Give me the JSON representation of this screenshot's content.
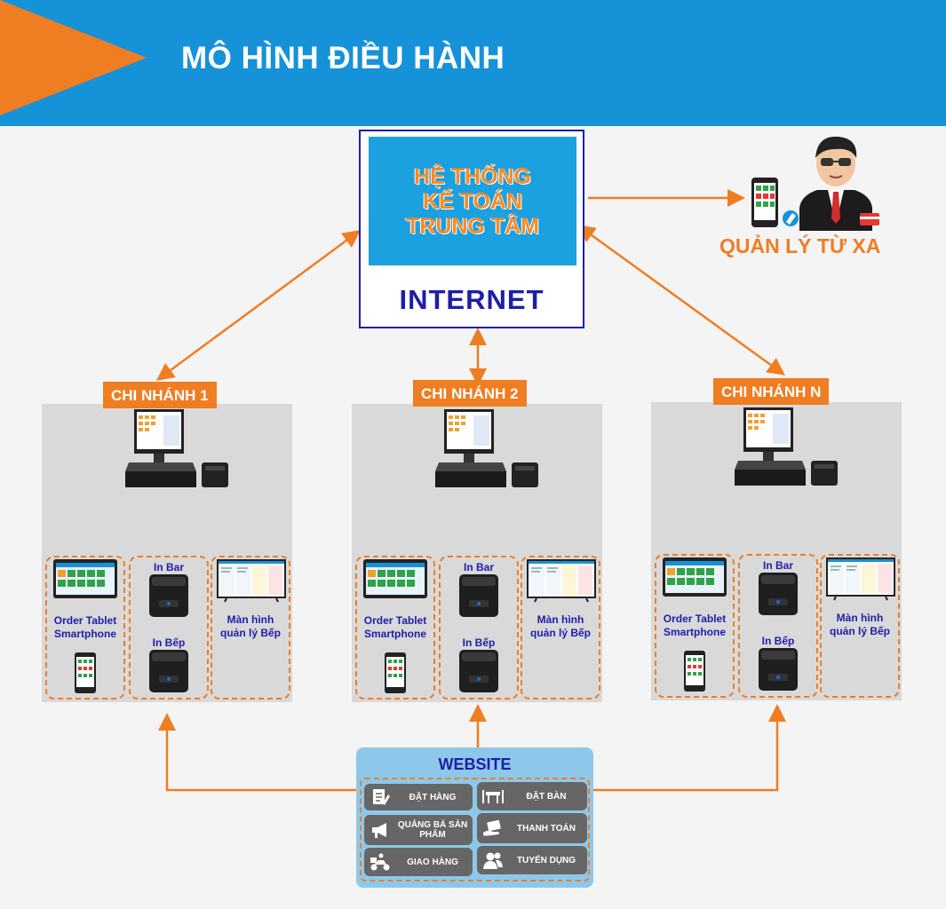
{
  "header": {
    "title": "MÔ HÌNH ĐIỀU HÀNH"
  },
  "central": {
    "title_lines": [
      "HỆ THỐNG",
      "KẾ TOÁN",
      "TRUNG TÂM"
    ],
    "internet": "INTERNET"
  },
  "remote": {
    "label": "QUẢN LÝ TỪ XA"
  },
  "branches": [
    {
      "label": "CHI NHÁNH 1",
      "order": [
        "Order Tablet",
        "Smartphone"
      ],
      "in_bar": "In Bar",
      "in_bep": "In Bếp",
      "kitchen": [
        "Màn hình",
        "quản lý Bếp"
      ]
    },
    {
      "label": "CHI NHÁNH 2",
      "order": [
        "Order Tablet",
        "Smartphone"
      ],
      "in_bar": "In Bar",
      "in_bep": "In Bếp",
      "kitchen": [
        "Màn hình",
        "quản lý Bếp"
      ]
    },
    {
      "label": "CHI NHÁNH N",
      "order": [
        "Order Tablet",
        "Smartphone"
      ],
      "in_bar": "In Bar",
      "in_bep": "In Bếp",
      "kitchen": [
        "Màn hình",
        "quản lý Bếp"
      ]
    }
  ],
  "website": {
    "title": "WEBSITE",
    "items": [
      {
        "label": "ĐẶT HÀNG",
        "icon": "order-icon"
      },
      {
        "label": "ĐẶT BÀN",
        "icon": "table-icon"
      },
      {
        "label": "QUẢNG BÁ SẢN PHẨM",
        "icon": "megaphone-icon"
      },
      {
        "label": "THANH TOÁN",
        "icon": "payment-icon"
      },
      {
        "label": "GIAO HÀNG",
        "icon": "delivery-icon"
      },
      {
        "label": "TUYỂN DỤNG",
        "icon": "recruit-icon"
      }
    ]
  },
  "colors": {
    "accent": "#ef7d22",
    "header_blue": "#1692d8",
    "navy": "#1e1ea8",
    "center_blue": "#1ba0e0"
  }
}
